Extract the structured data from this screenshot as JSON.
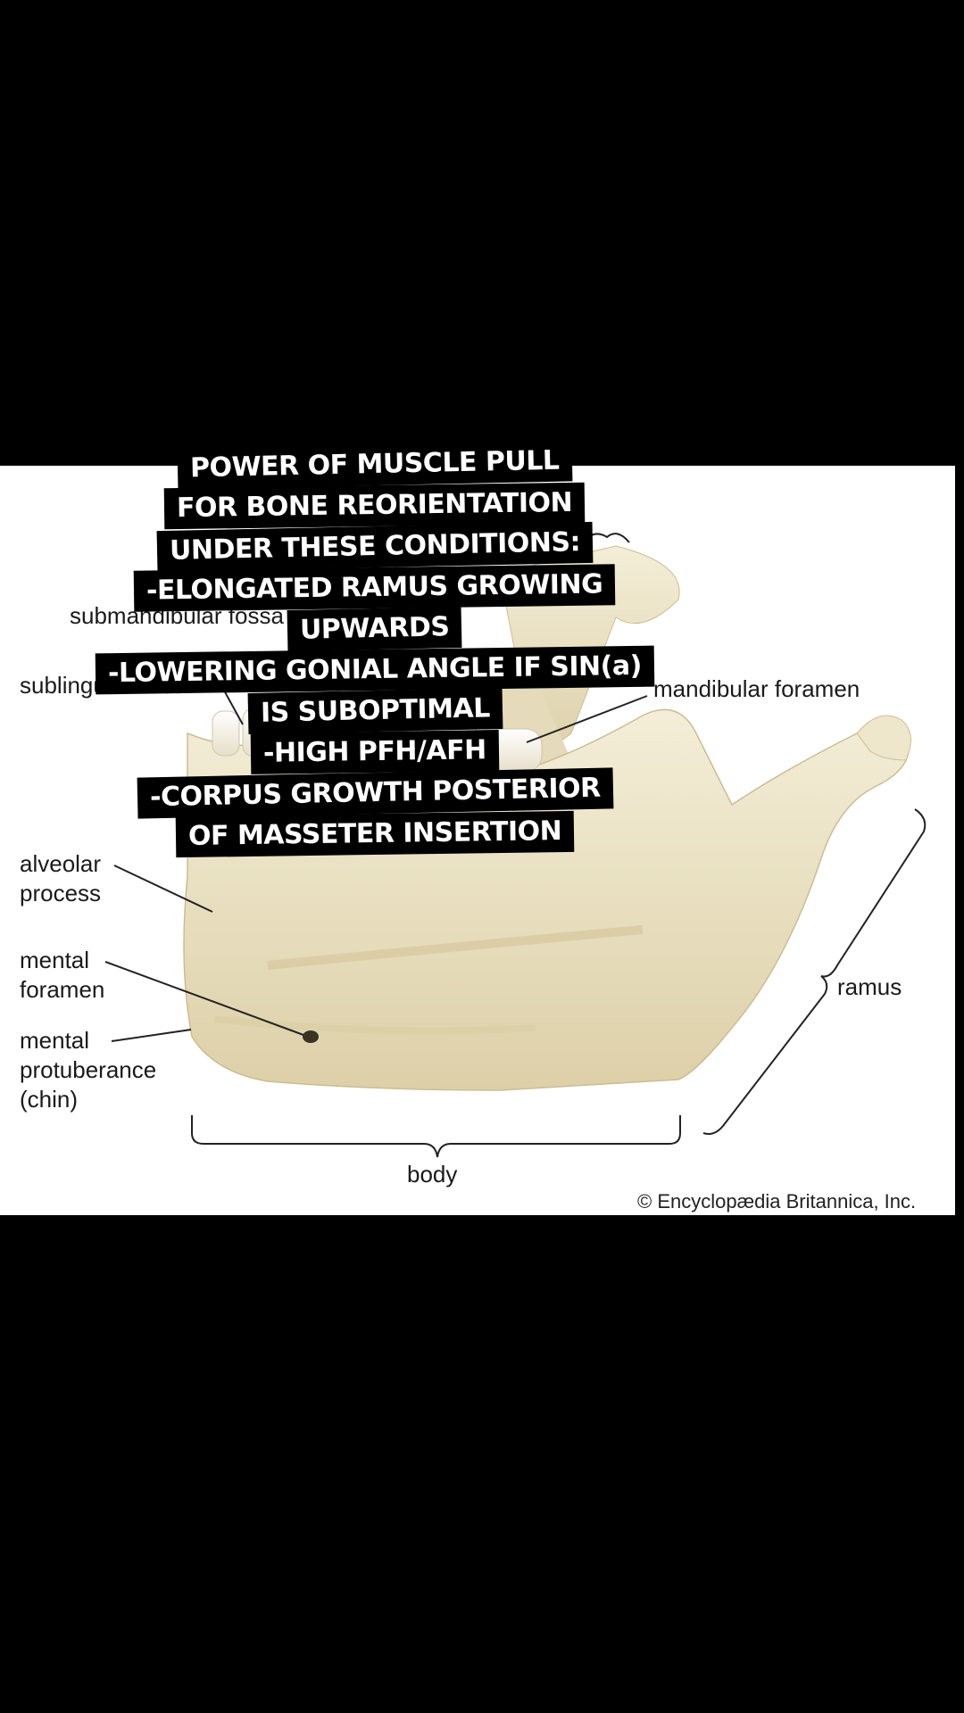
{
  "figure": {
    "labels": {
      "submandibular": "submandibular fossa",
      "sublingual": "sublingual fossa",
      "mandibular_foramen": "mandibular foramen",
      "alveolar_process": "alveolar\nprocess",
      "mental_foramen": "mental\nforamen",
      "mental_protuberance": "mental\nprotuberance\n(chin)",
      "ramus": "ramus",
      "body": "body"
    },
    "credit": "© Encyclopædia Britannica, Inc.",
    "colors": {
      "bone": "#ece4c8",
      "bone_shadow": "#d8cca6",
      "tooth": "#f5f1e4",
      "line": "#222222"
    }
  },
  "caption": {
    "lines": [
      "POWER OF MUSCLE PULL",
      "FOR BONE REORIENTATION",
      "UNDER THESE CONDITIONS:",
      "-ELONGATED RAMUS GROWING",
      "UPWARDS",
      "-LOWERING GONIAL ANGLE IF SIN(a)",
      "IS SUBOPTIMAL",
      "-HIGH PFH/AFH",
      "-CORPUS GROWTH POSTERIOR",
      "OF MASSETER INSERTION"
    ]
  }
}
